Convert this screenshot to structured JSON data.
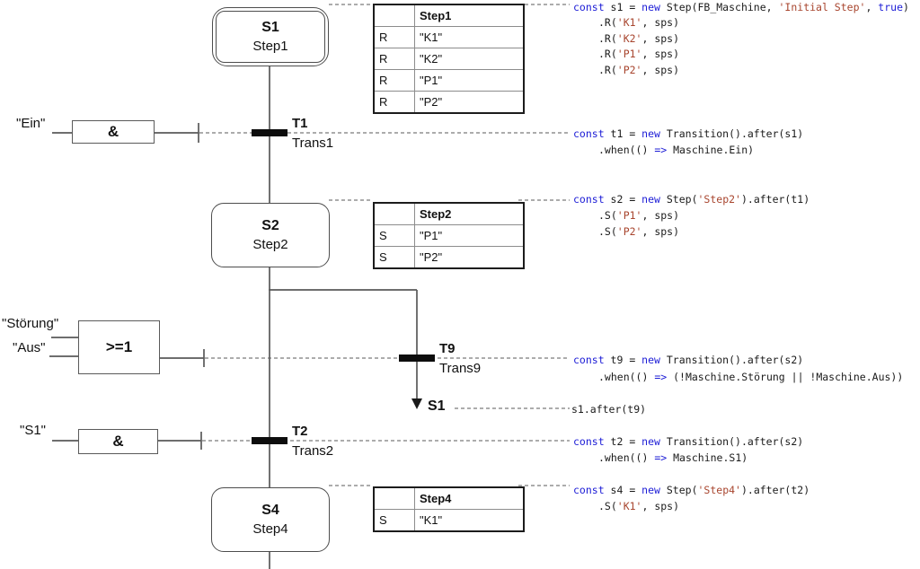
{
  "diagram": {
    "steps": {
      "s1": {
        "id": "S1",
        "name": "Step1"
      },
      "s2": {
        "id": "S2",
        "name": "Step2"
      },
      "s4": {
        "id": "S4",
        "name": "Step4"
      }
    },
    "transitions": {
      "t1": {
        "id": "T1",
        "name": "Trans1"
      },
      "t9": {
        "id": "T9",
        "name": "Trans9"
      },
      "t2": {
        "id": "T2",
        "name": "Trans2"
      }
    },
    "gates": {
      "g1": {
        "op": "&",
        "input1": "\"Ein\""
      },
      "g2": {
        "op": ">=1",
        "input1": "\"Störung\"",
        "input2": "\"Aus\""
      },
      "g3": {
        "op": "&",
        "input1": "\"S1\""
      }
    },
    "jump_target": "S1"
  },
  "action_tables": {
    "step1": {
      "header": "Step1",
      "rows": [
        {
          "op": "R",
          "operand": "\"K1\""
        },
        {
          "op": "R",
          "operand": "\"K2\""
        },
        {
          "op": "R",
          "operand": "\"P1\""
        },
        {
          "op": "R",
          "operand": "\"P2\""
        }
      ]
    },
    "step2": {
      "header": "Step2",
      "rows": [
        {
          "op": "S",
          "operand": "\"P1\""
        },
        {
          "op": "S",
          "operand": "\"P2\""
        }
      ]
    },
    "step4": {
      "header": "Step4",
      "rows": [
        {
          "op": "S",
          "operand": "\"K1\""
        }
      ]
    }
  },
  "code": {
    "colors": {
      "keyword": "#1c1cd6",
      "string": "#a8452e",
      "text": "#1a1a1a"
    },
    "lines": [
      {
        "segments": [
          {
            "t": "const ",
            "c": "kw"
          },
          {
            "t": "s1 = ",
            "c": "tx"
          },
          {
            "t": "new ",
            "c": "kw"
          },
          {
            "t": "Step(FB_Maschine, ",
            "c": "tx"
          },
          {
            "t": "'Initial Step'",
            "c": "str"
          },
          {
            "t": ", ",
            "c": "tx"
          },
          {
            "t": "true",
            "c": "kw"
          },
          {
            "t": ")",
            "c": "tx"
          }
        ]
      },
      {
        "segments": [
          {
            "t": ".R(",
            "c": "tx"
          },
          {
            "t": "'K1'",
            "c": "str"
          },
          {
            "t": ", sps)",
            "c": "tx"
          }
        ]
      },
      {
        "segments": [
          {
            "t": ".R(",
            "c": "tx"
          },
          {
            "t": "'K2'",
            "c": "str"
          },
          {
            "t": ", sps)",
            "c": "tx"
          }
        ]
      },
      {
        "segments": [
          {
            "t": ".R(",
            "c": "tx"
          },
          {
            "t": "'P1'",
            "c": "str"
          },
          {
            "t": ", sps)",
            "c": "tx"
          }
        ]
      },
      {
        "segments": [
          {
            "t": ".R(",
            "c": "tx"
          },
          {
            "t": "'P2'",
            "c": "str"
          },
          {
            "t": ", sps)",
            "c": "tx"
          }
        ]
      },
      {
        "segments": [
          {
            "t": "const ",
            "c": "kw"
          },
          {
            "t": "t1 = ",
            "c": "tx"
          },
          {
            "t": "new ",
            "c": "kw"
          },
          {
            "t": "Transition().after(s1)",
            "c": "tx"
          }
        ]
      },
      {
        "segments": [
          {
            "t": ".when(() ",
            "c": "tx"
          },
          {
            "t": "=>",
            "c": "kw"
          },
          {
            "t": " Maschine.Ein)",
            "c": "tx"
          }
        ]
      },
      {
        "segments": [
          {
            "t": "const ",
            "c": "kw"
          },
          {
            "t": "s2 = ",
            "c": "tx"
          },
          {
            "t": "new ",
            "c": "kw"
          },
          {
            "t": "Step(",
            "c": "tx"
          },
          {
            "t": "'Step2'",
            "c": "str"
          },
          {
            "t": ").after(t1)",
            "c": "tx"
          }
        ]
      },
      {
        "segments": [
          {
            "t": ".S(",
            "c": "tx"
          },
          {
            "t": "'P1'",
            "c": "str"
          },
          {
            "t": ", sps)",
            "c": "tx"
          }
        ]
      },
      {
        "segments": [
          {
            "t": ".S(",
            "c": "tx"
          },
          {
            "t": "'P2'",
            "c": "str"
          },
          {
            "t": ", sps)",
            "c": "tx"
          }
        ]
      },
      {
        "segments": [
          {
            "t": "const ",
            "c": "kw"
          },
          {
            "t": "t9 = ",
            "c": "tx"
          },
          {
            "t": "new ",
            "c": "kw"
          },
          {
            "t": "Transition().after(s2)",
            "c": "tx"
          }
        ]
      },
      {
        "segments": [
          {
            "t": ".when(() ",
            "c": "tx"
          },
          {
            "t": "=>",
            "c": "kw"
          },
          {
            "t": " (!Maschine.Störung || !Maschine.Aus))",
            "c": "tx"
          }
        ]
      },
      {
        "segments": [
          {
            "t": "s1.after(t9)",
            "c": "tx"
          }
        ]
      },
      {
        "segments": [
          {
            "t": "const ",
            "c": "kw"
          },
          {
            "t": "t2 = ",
            "c": "tx"
          },
          {
            "t": "new ",
            "c": "kw"
          },
          {
            "t": "Transition().after(s2)",
            "c": "tx"
          }
        ]
      },
      {
        "segments": [
          {
            "t": ".when(() ",
            "c": "tx"
          },
          {
            "t": "=>",
            "c": "kw"
          },
          {
            "t": " Maschine.S1)",
            "c": "tx"
          }
        ]
      },
      {
        "segments": [
          {
            "t": "const ",
            "c": "kw"
          },
          {
            "t": "s4 = ",
            "c": "tx"
          },
          {
            "t": "new ",
            "c": "kw"
          },
          {
            "t": "Step(",
            "c": "tx"
          },
          {
            "t": "'Step4'",
            "c": "str"
          },
          {
            "t": ").after(t2)",
            "c": "tx"
          }
        ]
      },
      {
        "segments": [
          {
            "t": ".S(",
            "c": "tx"
          },
          {
            "t": "'K1'",
            "c": "str"
          },
          {
            "t": ", sps)",
            "c": "tx"
          }
        ]
      }
    ]
  }
}
